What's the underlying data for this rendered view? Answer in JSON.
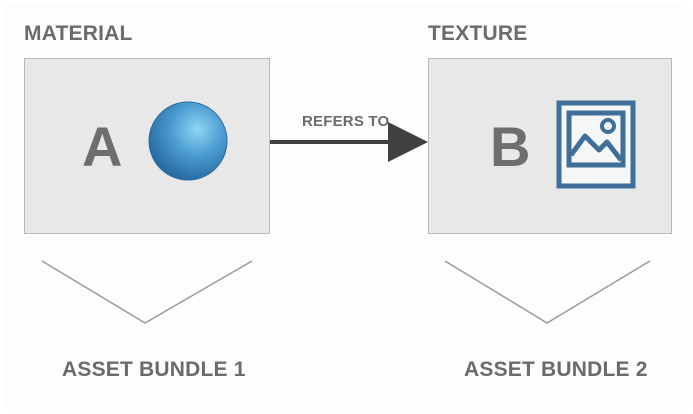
{
  "diagram": {
    "left_title": "MATERIAL",
    "right_title": "TEXTURE",
    "left_letter": "A",
    "right_letter": "B",
    "arrow_label": "REFERS TO",
    "left_bundle": "ASSET BUNDLE 1",
    "right_bundle": "ASSET BUNDLE 2"
  },
  "icons": {
    "left": "sphere-icon",
    "right": "image-icon"
  },
  "colors": {
    "sphere": "#4a86b8",
    "image_icon": "#3f6f99",
    "arrow": "#3f3f3f",
    "text": "#6b6b6b",
    "box_fill": "#e8e8e8"
  }
}
